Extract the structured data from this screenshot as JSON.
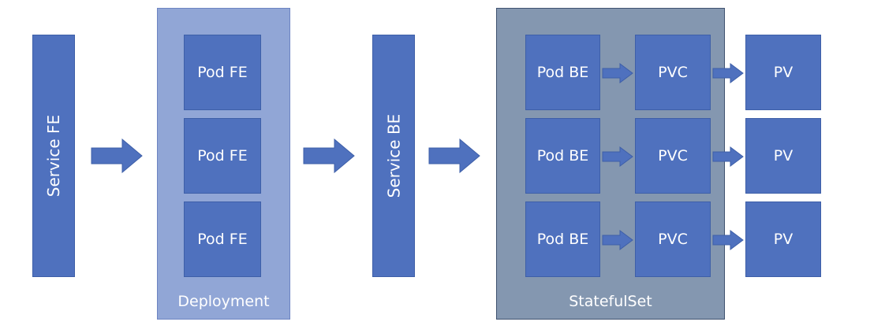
{
  "colors": {
    "box_fill": "#4f71be",
    "deployment_fill": "#91a6d6",
    "statefulset_fill": "#8497b0",
    "text": "#ffffff"
  },
  "service_fe": {
    "label": "Service FE"
  },
  "deployment": {
    "label": "Deployment",
    "pods": [
      {
        "label": "Pod FE"
      },
      {
        "label": "Pod FE"
      },
      {
        "label": "Pod FE"
      }
    ]
  },
  "service_be": {
    "label": "Service BE"
  },
  "statefulset": {
    "label": "StatefulSet",
    "rows": [
      {
        "pod": "Pod BE",
        "pvc": "PVC",
        "pv": "PV"
      },
      {
        "pod": "Pod BE",
        "pvc": "PVC",
        "pv": "PV"
      },
      {
        "pod": "Pod BE",
        "pvc": "PVC",
        "pv": "PV"
      }
    ]
  }
}
